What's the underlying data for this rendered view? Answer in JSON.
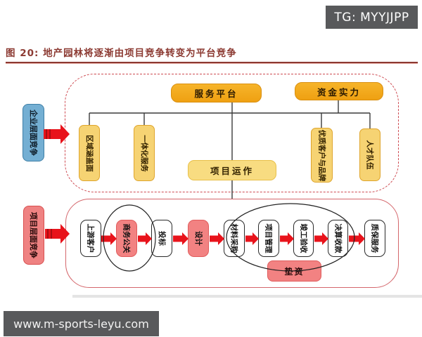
{
  "page": {
    "tg_badge": "TG: MYYJJPP",
    "title": "图 20:  地产园林将逐渐由项目竞争转变为平台竞争",
    "watermark": "www.m-sports-leyu.com"
  },
  "colors": {
    "title_red": "#8c3a32",
    "container_border_red": "#ce4b52",
    "arrow_red": "#e8131b",
    "gold": "#f2a81d",
    "light_gold": "#f6d373",
    "blue": "#74afd3",
    "pink": "#f28282",
    "badge_gray": "#58595b"
  },
  "diagram": {
    "top": {
      "side_label": "企业层面竞争",
      "platform_box": "服务平台",
      "capital_box": "资金实力",
      "operation_box": "项目运作",
      "pillars": [
        "区域涵盖面",
        "一体化服务",
        "优质客户与品牌",
        "人才队伍"
      ]
    },
    "bottom": {
      "side_label": "项目层面竞争",
      "steps": [
        {
          "label": "上游客户",
          "highlight": false
        },
        {
          "label": "商务公关",
          "highlight": true
        },
        {
          "label": "投标",
          "highlight": false
        },
        {
          "label": "设计",
          "highlight": true
        },
        {
          "label": "材料采购",
          "highlight": false
        },
        {
          "label": "项目管理",
          "highlight": false
        },
        {
          "label": "竣工验收",
          "highlight": false
        },
        {
          "label": "决算收款",
          "highlight": false
        },
        {
          "label": "质保服务",
          "highlight": false
        }
      ],
      "funding_box": "垫资"
    }
  }
}
